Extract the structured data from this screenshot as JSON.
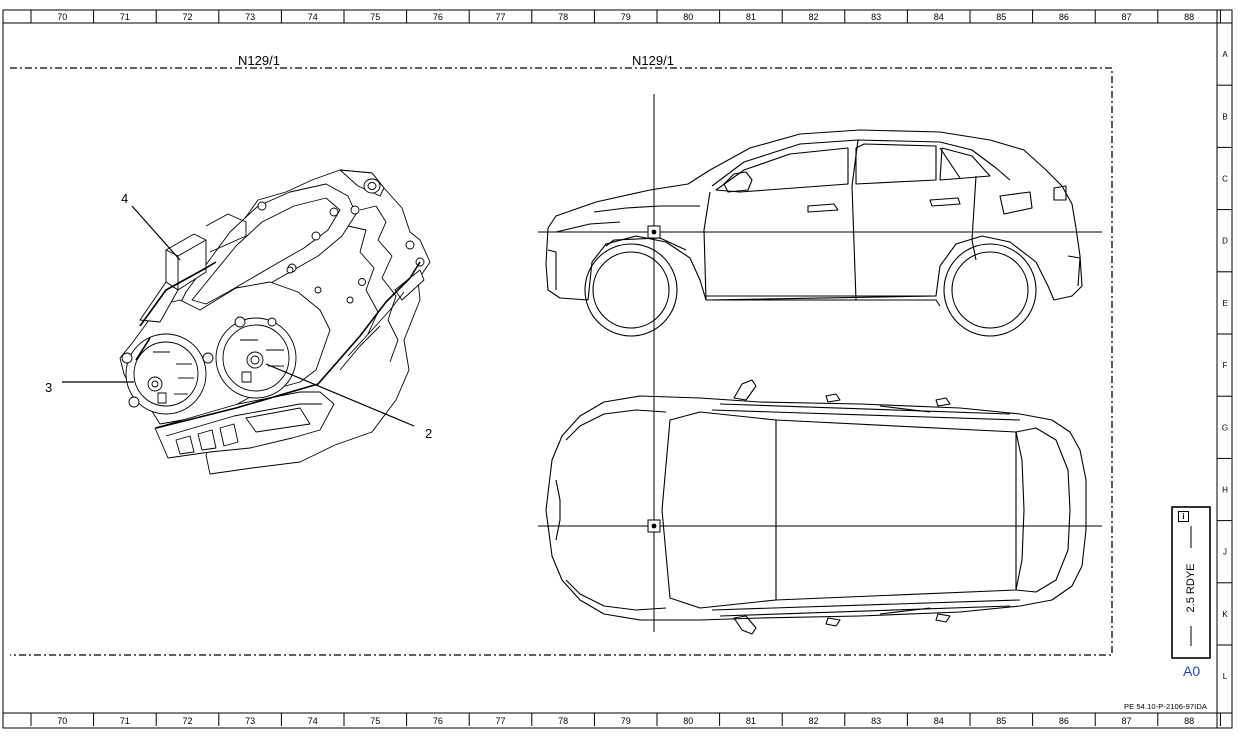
{
  "grid": {
    "columns": [
      "70",
      "71",
      "72",
      "73",
      "74",
      "75",
      "76",
      "77",
      "78",
      "79",
      "80",
      "81",
      "82",
      "83",
      "84",
      "85",
      "86",
      "87",
      "88"
    ],
    "rows": [
      "A",
      "B",
      "C",
      "D",
      "E",
      "F",
      "G",
      "H",
      "J",
      "K",
      "L"
    ]
  },
  "component_label_left": "N129/1",
  "component_label_right": "N129/1",
  "callouts": [
    "4",
    "3",
    "2"
  ],
  "connector": {
    "wire": "2.5 RDYE",
    "location": "A0",
    "icon": "info-icon"
  },
  "reference_code": "PE 54.10-P-2106-97IDA"
}
